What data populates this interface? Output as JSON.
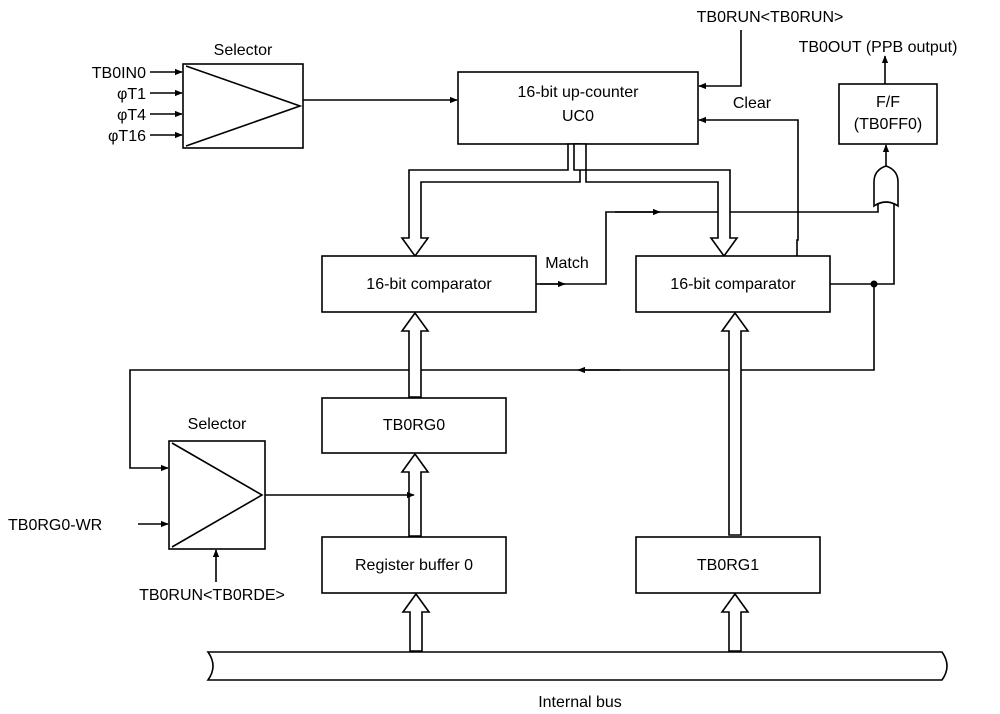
{
  "top_signal": "TB0RUN<TB0RUN>",
  "output_label": "TB0OUT (PPB output)",
  "selector_top": {
    "title": "Selector",
    "inputs": [
      "TB0IN0",
      "φT1",
      "φT4",
      "φT16"
    ]
  },
  "counter": {
    "line1": "16-bit up-counter",
    "line2": "UC0"
  },
  "clear_label": "Clear",
  "flipflop": {
    "line1": "F/F",
    "line2": "(TB0FF0)"
  },
  "comparator_left": "16-bit comparator",
  "comparator_right": "16-bit comparator",
  "match_label": "Match",
  "reg_tb0rg0": "TB0RG0",
  "reg_tb0rg1": "TB0RG1",
  "register_buffer": "Register buffer 0",
  "selector_bottom": {
    "title": "Selector",
    "input_wr": "TB0RG0-WR",
    "control": "TB0RUN<TB0RDE>"
  },
  "bus_label": "Internal bus"
}
